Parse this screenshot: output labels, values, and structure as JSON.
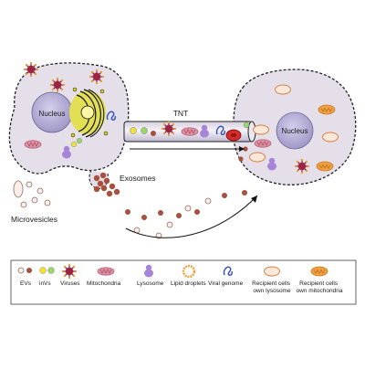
{
  "labels": {
    "nucleus_left": "Nucleus",
    "nucleus_right": "Nucleus",
    "tnt": "TNT",
    "exosomes": "Exosomes",
    "microvesicles": "Microvesicles"
  },
  "legend": [
    {
      "icon": "evs-icon",
      "label": "EVs"
    },
    {
      "icon": "invs-icon",
      "label": "inVs"
    },
    {
      "icon": "virus-icon",
      "label": "Viruses"
    },
    {
      "icon": "mitochondria-icon",
      "label": "Mitochondria"
    },
    {
      "icon": "lysosome-icon",
      "label": "Lysosome"
    },
    {
      "icon": "lipid-droplet-icon",
      "label": "Lipid droplets"
    },
    {
      "icon": "viral-genome-icon",
      "label": "Viral genome"
    },
    {
      "icon": "recipient-lysosome-icon",
      "label": "Recipient cells own lysosome"
    },
    {
      "icon": "recipient-mitochondria-icon",
      "label": "Recipient cells own mitochondria"
    }
  ],
  "colors": {
    "cell_fill": "#e4dfe9",
    "nucleus_fill": "#b3acd4",
    "golgi": "#dcd51c",
    "ev_brown": "#a6503d",
    "mitochondria_pink": "#e08fa2",
    "lysosome_purple": "#a685d8",
    "virus_red": "#9c2442",
    "red_cell": "#d42a2a",
    "invs_yellow": "#f1e23a",
    "invs_green": "#9bd66b",
    "lipid_orange": "#eea040",
    "viral_genome_blue": "#2f4fbf",
    "recipient_mito": "#f0a041"
  }
}
